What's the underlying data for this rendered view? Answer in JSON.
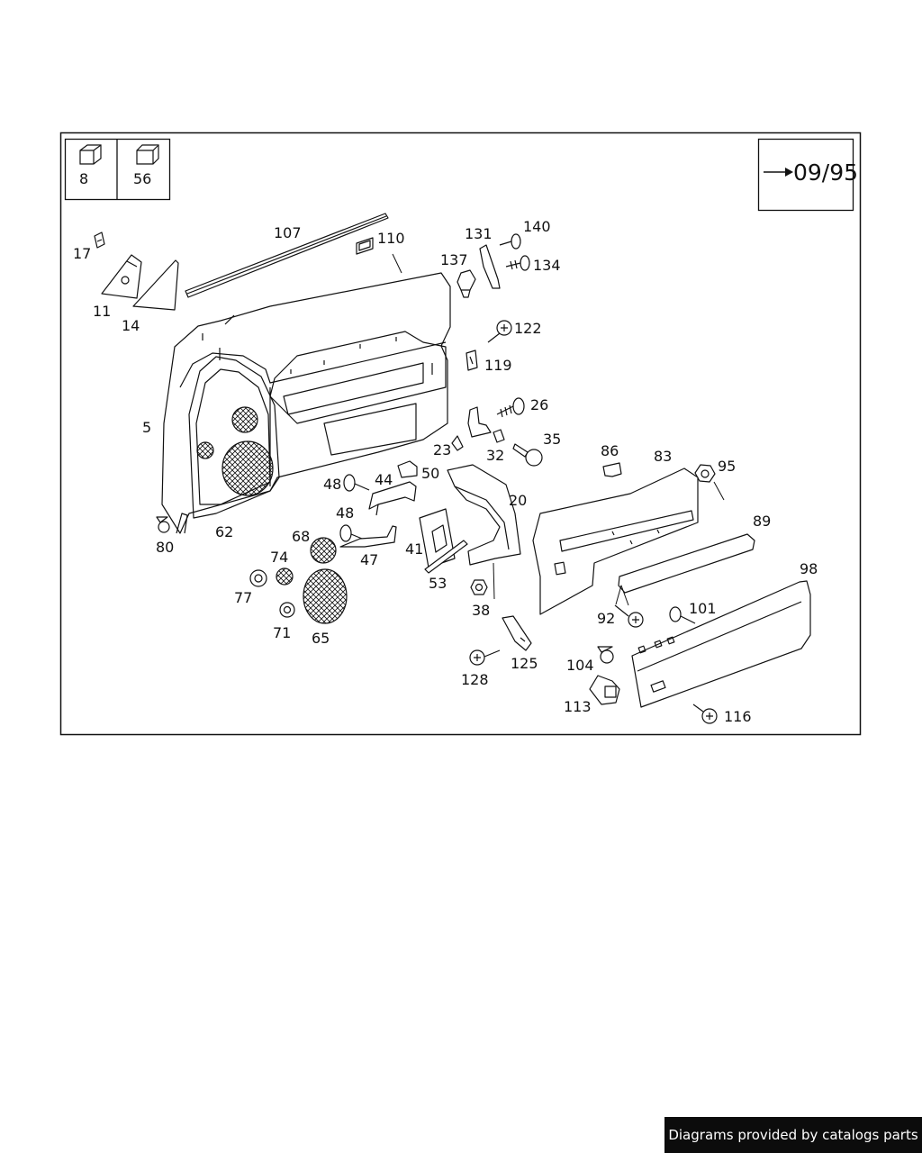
{
  "diagram": {
    "inset_items": [
      "8",
      "56"
    ],
    "reference": "09/95",
    "callouts": [
      {
        "id": "c107",
        "text": "107"
      },
      {
        "id": "c110",
        "text": "110"
      },
      {
        "id": "c17",
        "text": "17"
      },
      {
        "id": "c11",
        "text": "11"
      },
      {
        "id": "c14",
        "text": "14"
      },
      {
        "id": "c131",
        "text": "131"
      },
      {
        "id": "c140",
        "text": "140"
      },
      {
        "id": "c137",
        "text": "137"
      },
      {
        "id": "c134",
        "text": "134"
      },
      {
        "id": "c122",
        "text": "122"
      },
      {
        "id": "c119",
        "text": "119"
      },
      {
        "id": "c5",
        "text": "5"
      },
      {
        "id": "c26",
        "text": "26"
      },
      {
        "id": "c23",
        "text": "23"
      },
      {
        "id": "c32",
        "text": "32"
      },
      {
        "id": "c35",
        "text": "35"
      },
      {
        "id": "c86",
        "text": "86"
      },
      {
        "id": "c83",
        "text": "83"
      },
      {
        "id": "c95",
        "text": "95"
      },
      {
        "id": "c44",
        "text": "44"
      },
      {
        "id": "c50",
        "text": "50"
      },
      {
        "id": "c48a",
        "text": "48"
      },
      {
        "id": "c20",
        "text": "20"
      },
      {
        "id": "c48b",
        "text": "48"
      },
      {
        "id": "c80",
        "text": "80"
      },
      {
        "id": "c62",
        "text": "62"
      },
      {
        "id": "c68",
        "text": "68"
      },
      {
        "id": "c74",
        "text": "74"
      },
      {
        "id": "c47",
        "text": "47"
      },
      {
        "id": "c41",
        "text": "41"
      },
      {
        "id": "c89",
        "text": "89"
      },
      {
        "id": "c53",
        "text": "53"
      },
      {
        "id": "c98",
        "text": "98"
      },
      {
        "id": "c77",
        "text": "77"
      },
      {
        "id": "c38",
        "text": "38"
      },
      {
        "id": "c101",
        "text": "101"
      },
      {
        "id": "c92",
        "text": "92"
      },
      {
        "id": "c71",
        "text": "71"
      },
      {
        "id": "c65",
        "text": "65"
      },
      {
        "id": "c125",
        "text": "125"
      },
      {
        "id": "c104",
        "text": "104"
      },
      {
        "id": "c128",
        "text": "128"
      },
      {
        "id": "c113",
        "text": "113"
      },
      {
        "id": "c116",
        "text": "116"
      }
    ]
  },
  "footer": {
    "text": "Diagrams provided by catalogs parts"
  }
}
